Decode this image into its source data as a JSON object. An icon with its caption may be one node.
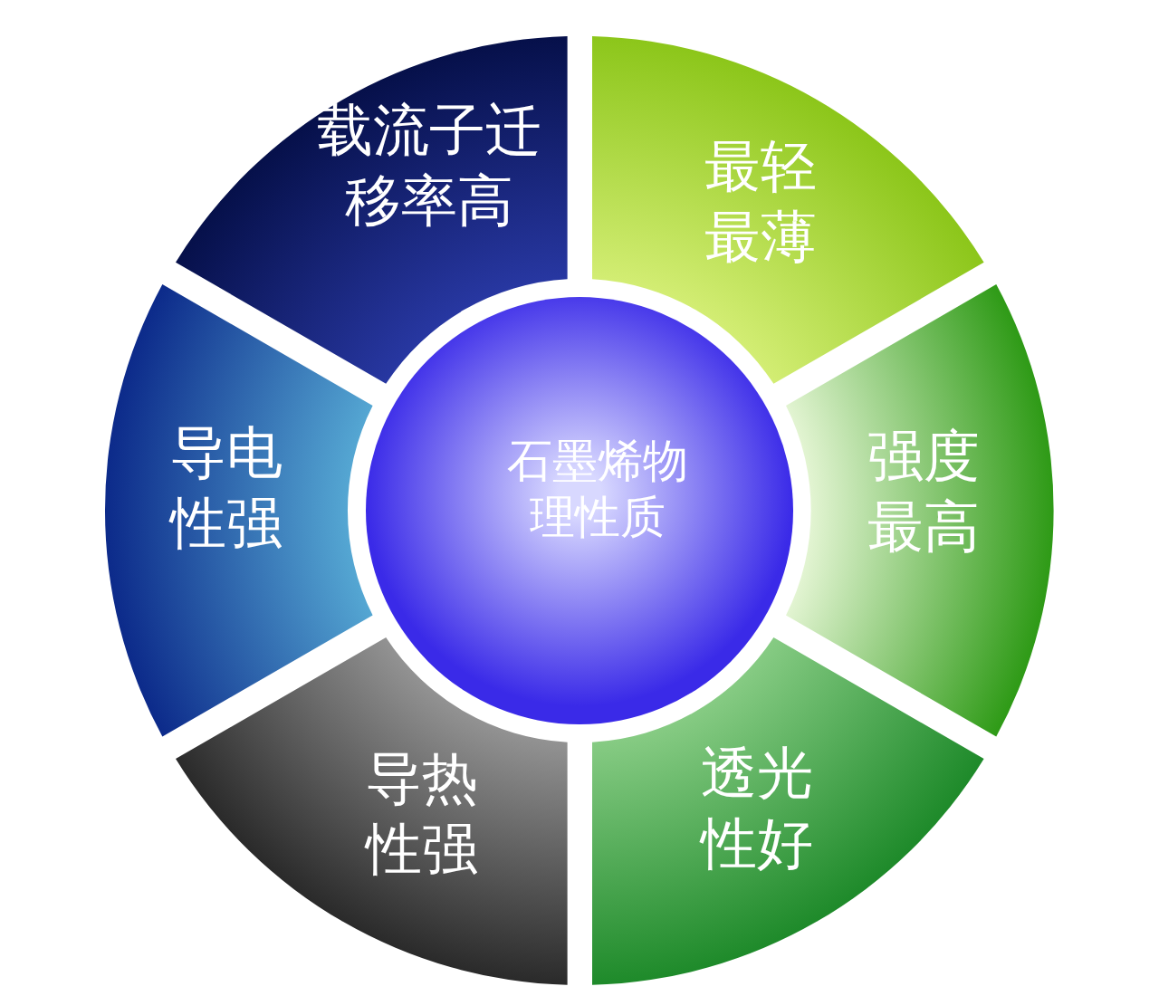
{
  "diagram": {
    "nodes": [
      {
        "text": [
          "载流子迁移率高"
        ]
      },
      {
        "text": [
          "最轻最薄"
        ]
      },
      {
        "text": [
          "导电性强"
        ]
      },
      {
        "text": [
          "石墨烯物理性质"
        ]
      },
      {
        "text": [
          "强度最高"
        ]
      },
      {
        "text": [
          "导热性强"
        ]
      },
      {
        "text": [
          "透光性好"
        ]
      }
    ]
  }
}
